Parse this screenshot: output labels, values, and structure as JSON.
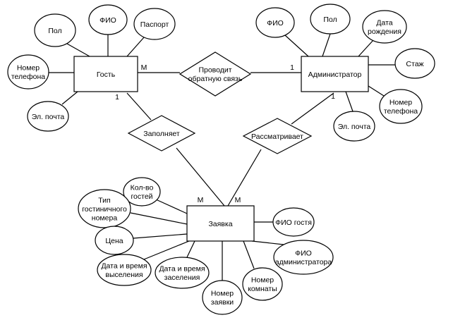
{
  "entities": [
    {
      "id": "guest",
      "label": "Гость"
    },
    {
      "id": "admin",
      "label": "Администратор"
    },
    {
      "id": "request",
      "label": "Заявка"
    }
  ],
  "relationships": [
    {
      "id": "feedback",
      "lines": [
        "Проводит",
        "обратную связь"
      ]
    },
    {
      "id": "fills",
      "lines": [
        "Заполняет"
      ]
    },
    {
      "id": "reviews",
      "lines": [
        "Рассматривает"
      ]
    }
  ],
  "attributes": [
    {
      "id": "g-pol",
      "owner": "guest",
      "lines": [
        "Пол"
      ]
    },
    {
      "id": "g-fio",
      "owner": "guest",
      "lines": [
        "ФИО"
      ]
    },
    {
      "id": "g-passport",
      "owner": "guest",
      "lines": [
        "Паспорт"
      ]
    },
    {
      "id": "g-phone",
      "owner": "guest",
      "lines": [
        "Номер",
        "телефона"
      ]
    },
    {
      "id": "g-email",
      "owner": "guest",
      "lines": [
        "Эл. почта"
      ]
    },
    {
      "id": "a-fio",
      "owner": "admin",
      "lines": [
        "ФИО"
      ]
    },
    {
      "id": "a-pol",
      "owner": "admin",
      "lines": [
        "Пол"
      ]
    },
    {
      "id": "a-birth",
      "owner": "admin",
      "lines": [
        "Дата",
        "рождения"
      ]
    },
    {
      "id": "a-exp",
      "owner": "admin",
      "lines": [
        "Стаж"
      ]
    },
    {
      "id": "a-phone",
      "owner": "admin",
      "lines": [
        "Номер",
        "телефона"
      ]
    },
    {
      "id": "a-email",
      "owner": "admin",
      "lines": [
        "Эл. почта"
      ]
    },
    {
      "id": "r-guests",
      "owner": "request",
      "lines": [
        "Кол-во",
        "гостей"
      ]
    },
    {
      "id": "r-roomtype",
      "owner": "request",
      "lines": [
        "Тип",
        "гостиничного",
        "номера"
      ]
    },
    {
      "id": "r-price",
      "owner": "request",
      "lines": [
        "Цена"
      ]
    },
    {
      "id": "r-checkout",
      "owner": "request",
      "lines": [
        "Дата и время",
        "выселения"
      ]
    },
    {
      "id": "r-checkin",
      "owner": "request",
      "lines": [
        "Дата и время",
        "заселения"
      ]
    },
    {
      "id": "r-number",
      "owner": "request",
      "lines": [
        "Номер",
        "заявки"
      ]
    },
    {
      "id": "r-room",
      "owner": "request",
      "lines": [
        "Номер",
        "комнаты"
      ]
    },
    {
      "id": "r-adminfio",
      "owner": "request",
      "lines": [
        "ФИО",
        "администратора"
      ]
    },
    {
      "id": "r-guestfio",
      "owner": "request",
      "lines": [
        "ФИО гостя"
      ]
    }
  ],
  "cardinalities": [
    {
      "id": "guest-feedback",
      "text": "M"
    },
    {
      "id": "admin-feedback",
      "text": "1"
    },
    {
      "id": "guest-fills",
      "text": "1"
    },
    {
      "id": "admin-reviews",
      "text": "1"
    },
    {
      "id": "request-fills",
      "text": "M"
    },
    {
      "id": "request-reviews",
      "text": "M"
    }
  ]
}
